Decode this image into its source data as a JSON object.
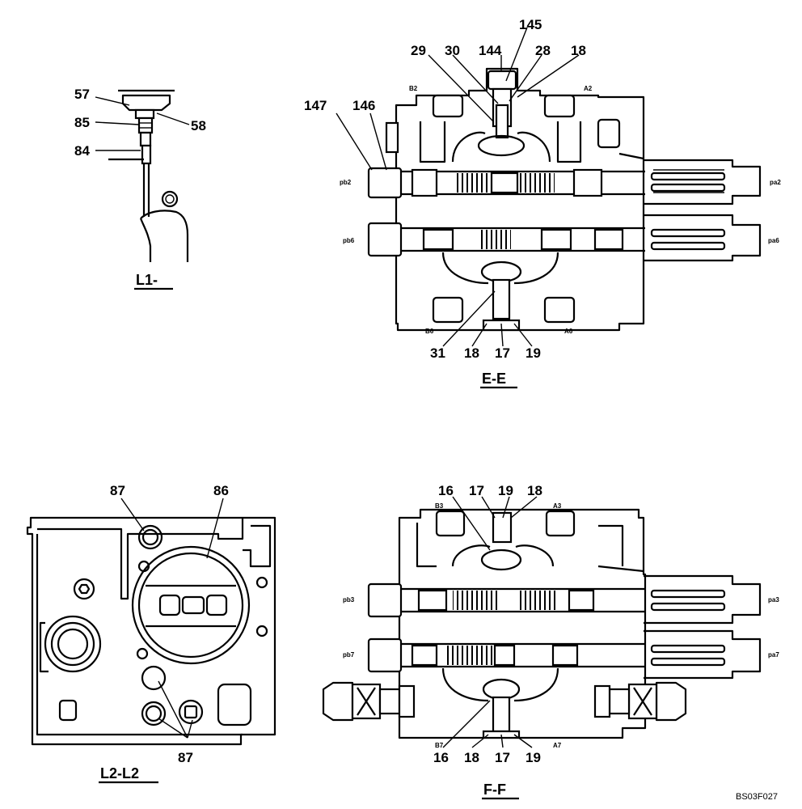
{
  "L1": {
    "callouts": [
      "57",
      "85",
      "84",
      "58"
    ],
    "title": "L1-"
  },
  "EE": {
    "callouts_top": [
      "145",
      "29",
      "30",
      "144",
      "28",
      "18",
      "147",
      "146"
    ],
    "callouts_bottom": [
      "31",
      "18",
      "17",
      "19"
    ],
    "ports": {
      "b2": "B2",
      "a2": "A2",
      "b6": "B6",
      "a6": "A6",
      "pb2": "pb2",
      "pa2": "pa2",
      "pb6": "pb6",
      "pa6": "pa6"
    },
    "title": "E-E"
  },
  "L2": {
    "callouts_top": [
      "87",
      "86"
    ],
    "callouts_bottom": [
      "87"
    ],
    "title": "L2-L2"
  },
  "FF": {
    "callouts_top": [
      "16",
      "17",
      "19",
      "18"
    ],
    "callouts_bottom": [
      "16",
      "18",
      "17",
      "19"
    ],
    "ports": {
      "b3": "B3",
      "a3": "A3",
      "b7": "B7",
      "a7": "A7",
      "pb3": "pb3",
      "pa3": "pa3",
      "pb7": "pb7",
      "pa7": "pa7"
    },
    "title": "F-F"
  },
  "reference": "BS03F027"
}
